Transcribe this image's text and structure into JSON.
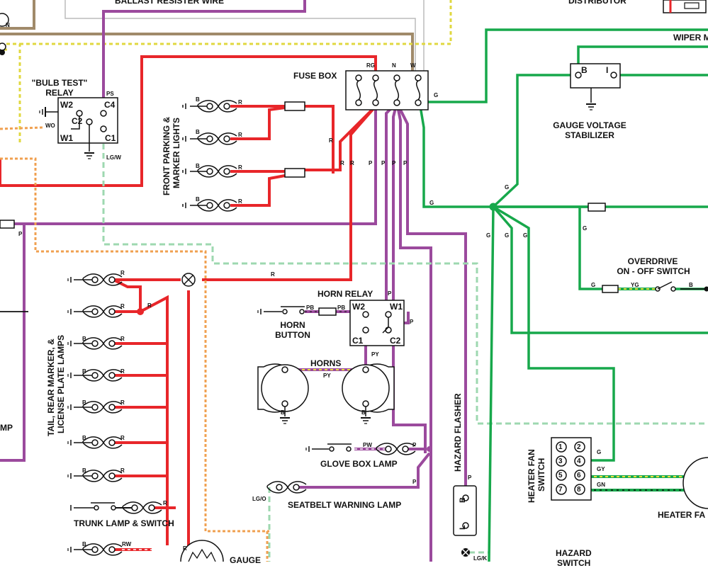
{
  "colors": {
    "red": "#e8262a",
    "purple": "#9b4a9d",
    "green": "#17a84b",
    "tan": "#a08a6a",
    "light_green": "#9ed8b0",
    "orange": "#f0a050",
    "yellow": "#e8e040",
    "black": "#111111"
  },
  "labels": {
    "ballast_resister_wire": "BALLAST RESISTER WIRE",
    "distributor": "DISTRIBUTOR",
    "wiper": "WIPER M",
    "bulb_test_relay_line1": "\"BULB TEST\"",
    "bulb_test_relay_line2": "RELAY",
    "fuse_box": "FUSE BOX",
    "gauge_voltage_stabilizer_line1": "GAUGE VOLTAGE",
    "gauge_voltage_stabilizer_line2": "STABILIZER",
    "front_parking_line1": "FRONT PARKING &",
    "front_parking_line2": "MARKER LIGHTS",
    "overdrive_line1": "OVERDRIVE",
    "overdrive_line2": "ON - OFF SWITCH",
    "horn_relay": "HORN RELAY",
    "horn_button_line1": "HORN",
    "horn_button_line2": "BUTTON",
    "horns": "HORNS",
    "tail_rear_line1": "TAIL, REAR MARKER, &",
    "tail_rear_line2": "LICENSE PLATE LAMPS",
    "hazard_flasher": "HAZARD FLASHER",
    "heater_fan_switch_line1": "HEATER FAN",
    "heater_fan_switch_line2": "SWITCH",
    "glove_box_lamp": "GLOVE BOX LAMP",
    "seatbelt_warning_lamp": "SEATBELT WARNING LAMP",
    "trunk_lamp_switch": "TRUNK LAMP & SWITCH",
    "heater_fan": "HEATER FA",
    "hazard": "HAZARD",
    "switch_partial": "SWITCH",
    "gauge": "GAUGE",
    "lamp_partial": "MP"
  },
  "pins": {
    "relay_w2": "W2",
    "relay_c4": "C4",
    "relay_c2": "C2",
    "relay_w1": "W1",
    "relay_c1": "C1",
    "horn_w2": "W2",
    "horn_w1": "W1",
    "horn_c1": "C1",
    "horn_c2": "C2",
    "stab_b": "B",
    "stab_i": "I",
    "flasher_b": "B",
    "flasher_l": "L",
    "n": "N",
    "fan_switch": [
      "1",
      "2",
      "3",
      "4",
      "5",
      "6",
      "7",
      "8"
    ]
  },
  "wire_codes": {
    "rg": "RG",
    "n": "N",
    "w": "W",
    "g": "G",
    "ps": "PS",
    "wo": "WO",
    "lgw": "LG/W",
    "r": "R",
    "p": "P",
    "b": "B",
    "pb": "PB",
    "py": "PY",
    "pw": "PW",
    "yg": "YG",
    "gy": "GY",
    "gn": "GN",
    "lgo": "LG/O",
    "lgk": "LG/K",
    "rw": "RW"
  }
}
